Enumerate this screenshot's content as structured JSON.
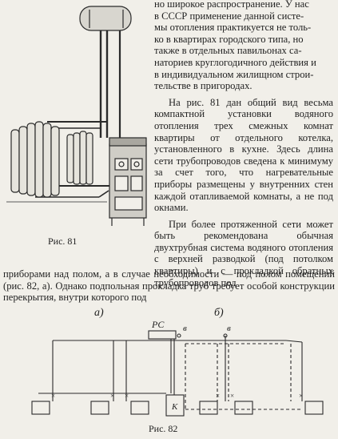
{
  "right_column": {
    "lines_top": [
      "но широкое распространение. У нас",
      "в СССР применение данной систе-",
      "мы отопления практикуется не толь-",
      "ко в квартирах городского типа, но",
      "также в отдельных павильонах са-",
      "наториев круглогодичного действия и",
      "в индивидуальном жилищном строи-",
      "тельстве в пригородах."
    ],
    "para2": "На рис. 81 дан общий вид весьма компактной установки водяного отопления трех смежных комнат квартиры от отдельного котелка, установленного в кухне. Здесь длина сети трубопроводов сведена к минимуму за счет того, что нагревательные приборы размещены у внутренних стен каждой отапливаемой комнаты, а не под окнами.",
    "para3_start": "При более протяженной сети может быть рекомендована обычная двухтрубная система водяного отопления с верхней разводкой (под потолком квартиры) и с прокладкой обратных трубопроводов под"
  },
  "full_width_text": "приборами над полом, а в случае необходимости — под полом помещений (рис. 82, а). Однако подпольная прокладка труб требует особой конструкции перекрытия, внутри которого под",
  "figure81": {
    "caption": "Рис. 81"
  },
  "figure82": {
    "caption": "Рис. 82",
    "label_a": "а)",
    "label_b": "б)",
    "label_rs": "РС",
    "label_v1": "в",
    "label_v2": "в",
    "label_k": "К"
  }
}
